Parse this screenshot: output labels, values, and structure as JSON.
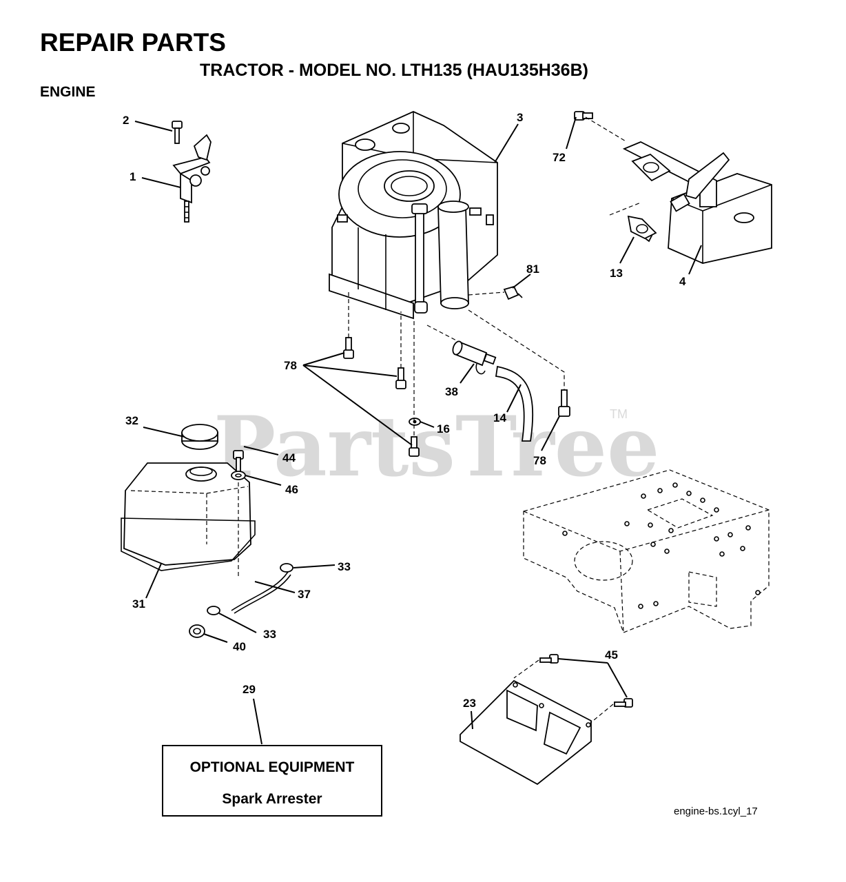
{
  "header": {
    "title": "REPAIR PARTS",
    "model": "TRACTOR - MODEL NO. LTH135 (HAU135H36B)",
    "section": "ENGINE"
  },
  "callouts": {
    "c1": "1",
    "c2": "2",
    "c3": "3",
    "c4": "4",
    "c13": "13",
    "c14": "14",
    "c16": "16",
    "c23": "23",
    "c29": "29",
    "c31": "31",
    "c32": "32",
    "c33a": "33",
    "c33b": "33",
    "c37": "37",
    "c38": "38",
    "c40": "40",
    "c44": "44",
    "c45": "45",
    "c46": "46",
    "c72": "72",
    "c78a": "78",
    "c78b": "78",
    "c81": "81"
  },
  "optional_box": {
    "heading": "OPTIONAL EQUIPMENT",
    "item": "Spark Arrester"
  },
  "figure_id": "engine-bs.1cyl_17",
  "watermark": {
    "text": "PartsTree",
    "tm": "TM"
  }
}
